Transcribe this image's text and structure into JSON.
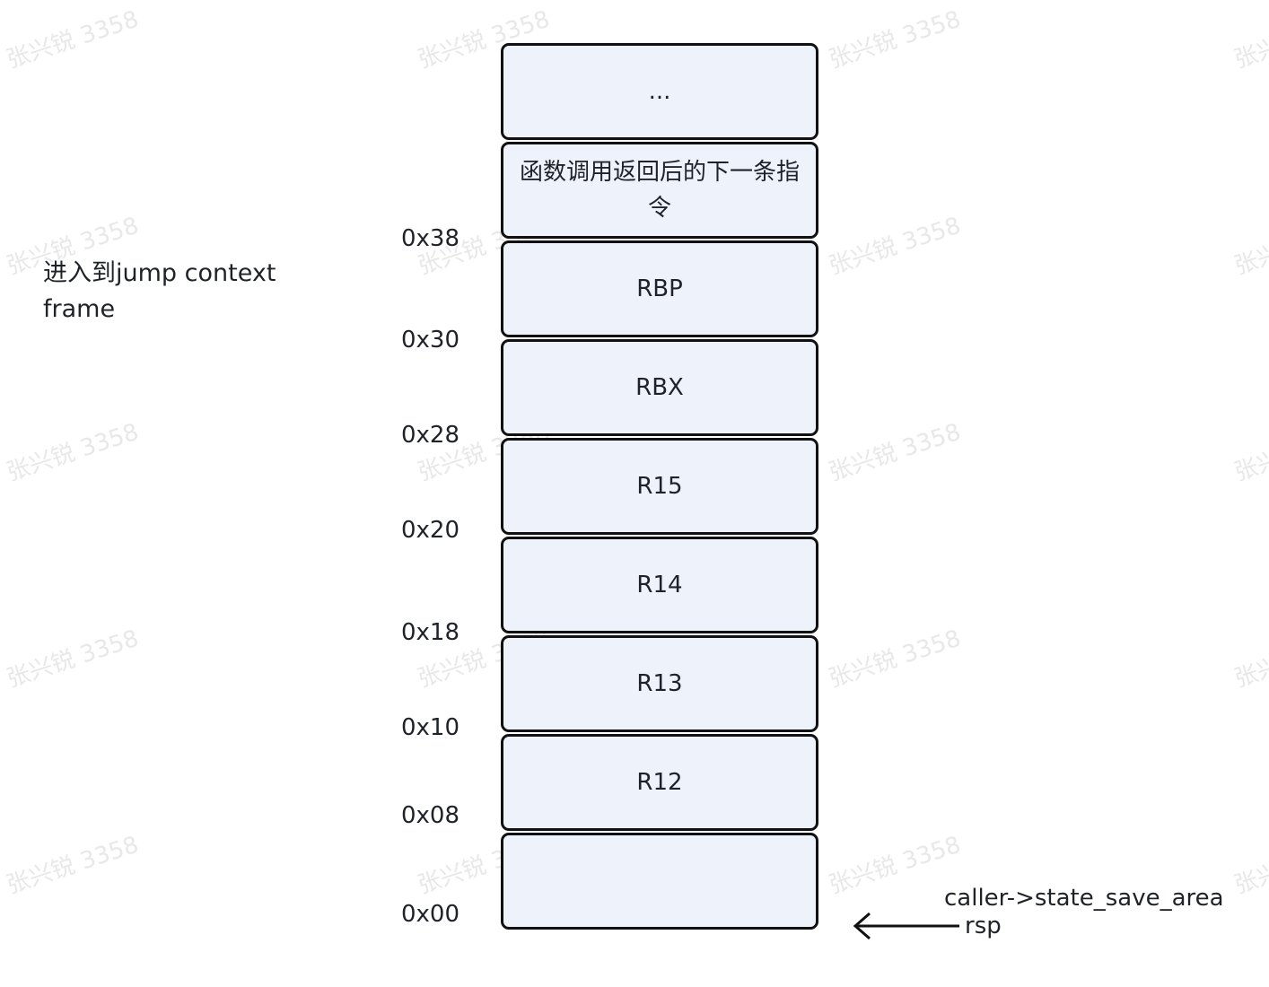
{
  "watermark": "张兴锐 3358",
  "side_label": "进入到jump context frame",
  "stack_cells": [
    {
      "label": "..."
    },
    {
      "label": "函数调用返回后的下一条指令"
    },
    {
      "label": "RBP"
    },
    {
      "label": "RBX"
    },
    {
      "label": "R15"
    },
    {
      "label": "R14"
    },
    {
      "label": "R13"
    },
    {
      "label": "R12"
    },
    {
      "label": ""
    }
  ],
  "addresses": [
    "0x38",
    "0x30",
    "0x28",
    "0x20",
    "0x18",
    "0x10",
    "0x08",
    "0x00"
  ],
  "pointer": {
    "line1": "caller->state_save_area",
    "line2": "rsp"
  }
}
